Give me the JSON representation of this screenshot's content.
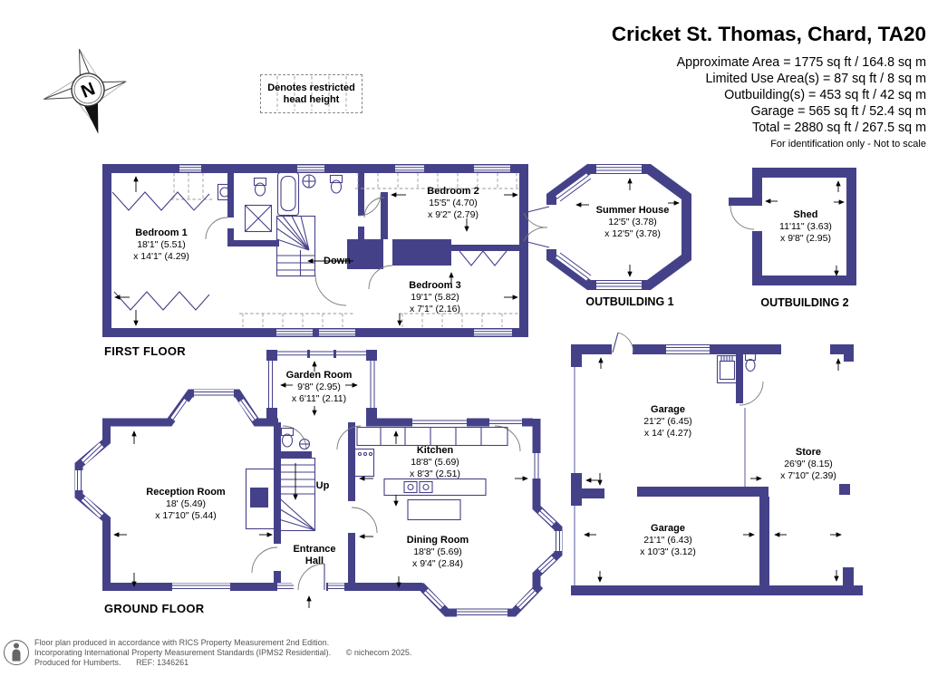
{
  "header": {
    "title": "Cricket St. Thomas, Chard, TA20",
    "area_lines": [
      "Approximate Area = 1775 sq ft / 164.8 sq m",
      "Limited Use Area(s) = 87 sq ft / 8 sq m",
      "Outbuilding(s) = 453 sq ft / 42 sq m",
      "Garage = 565 sq ft / 52.4 sq m",
      "Total = 2880 sq ft / 267.5 sq m"
    ],
    "disclaimer": "For identification only - Not to scale"
  },
  "legend": {
    "line1": "Denotes restricted",
    "line2": "head height",
    "compass": "N"
  },
  "first_floor": {
    "label": "FIRST FLOOR",
    "stairs_label": "Down",
    "rooms": {
      "bedroom1": {
        "name": "Bedroom 1",
        "dim1": "18'1\" (5.51)",
        "dim2": "x 14'1\" (4.29)"
      },
      "bedroom2": {
        "name": "Bedroom 2",
        "dim1": "15'5\" (4.70)",
        "dim2": "x 9'2\" (2.79)"
      },
      "bedroom3": {
        "name": "Bedroom 3",
        "dim1": "19'1\" (5.82)",
        "dim2": "x 7'1\" (2.16)"
      }
    }
  },
  "outbuildings": {
    "outbuilding1": {
      "label": "OUTBUILDING 1",
      "room": {
        "name": "Summer House",
        "dim1": "12'5\" (3.78)",
        "dim2": "x 12'5\" (3.78)"
      }
    },
    "outbuilding2": {
      "label": "OUTBUILDING 2",
      "room": {
        "name": "Shed",
        "dim1": "11'11\" (3.63)",
        "dim2": "x 9'8\" (2.95)"
      }
    }
  },
  "ground_floor": {
    "label": "GROUND FLOOR",
    "stairs_label": "Up",
    "rooms": {
      "garden_room": {
        "name": "Garden Room",
        "dim1": "9'8\" (2.95)",
        "dim2": "x 6'11\" (2.11)"
      },
      "reception_room": {
        "name": "Reception Room",
        "dim1": "18' (5.49)",
        "dim2": "x 17'10\" (5.44)"
      },
      "kitchen": {
        "name": "Kitchen",
        "dim1": "18'8\" (5.69)",
        "dim2": "x 8'3\" (2.51)"
      },
      "dining_room": {
        "name": "Dining Room",
        "dim1": "18'8\" (5.69)",
        "dim2": "x 9'4\" (2.84)"
      },
      "entrance_hall": {
        "line1": "Entrance",
        "line2": "Hall"
      }
    }
  },
  "garage_block": {
    "rooms": {
      "garage_upper": {
        "name": "Garage",
        "dim1": "21'2\" (6.45)",
        "dim2": "x 14' (4.27)"
      },
      "store": {
        "name": "Store",
        "dim1": "26'9\" (8.15)",
        "dim2": "x 7'10\" (2.39)"
      },
      "garage_lower": {
        "name": "Garage",
        "dim1": "21'1\" (6.43)",
        "dim2": "x 10'3\" (3.12)"
      }
    }
  },
  "footer": {
    "line1": "Floor plan produced in accordance with RICS Property Measurement 2nd Edition.",
    "line2": "Incorporating International Property Measurement Standards (IPMS2 Residential).",
    "copyright": "© nichecom 2025.",
    "line3": "Produced for Humberts.",
    "ref": "REF: 1346261"
  },
  "colors": {
    "wall": "#454189",
    "text": "#000000",
    "footer_text": "#555555"
  }
}
